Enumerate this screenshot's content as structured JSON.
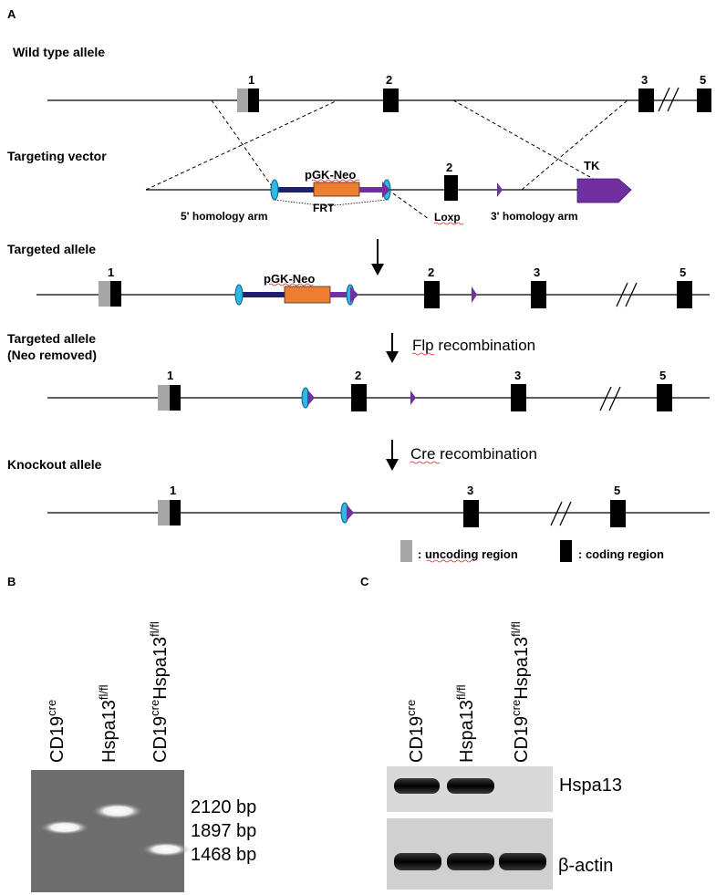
{
  "panels": {
    "a": "A",
    "b": "B",
    "c": "C"
  },
  "panel_a": {
    "rows": {
      "wild_type": "Wild type allele",
      "targeting_vector": "Targeting vector",
      "targeted": "Targeted allele",
      "targeted_neo_removed_line1": "Targeted allele",
      "targeted_neo_removed_line2": "(Neo removed)",
      "knockout": "Knockout allele"
    },
    "exons": {
      "e1": "1",
      "e2": "2",
      "e3": "3",
      "e5": "5"
    },
    "vector_labels": {
      "pgk_neo": "pGK-Neo",
      "frt": "FRT",
      "homology_5": "5' homology arm",
      "loxp": "Loxp",
      "homology_3": "3' homology arm",
      "tk": "TK"
    },
    "steps": {
      "flp": "Flp recombination",
      "cre": "Cre recombination"
    },
    "legend": {
      "uncoding": ": uncoding region",
      "coding": ": coding region"
    },
    "colors": {
      "uncoding": "#a6a6a6",
      "coding": "#000000",
      "neo": "#ed7d31",
      "arm": "#1f1f6b",
      "loxp": "#7030a0",
      "frt": "#2eb8e6"
    }
  },
  "panel_b": {
    "lanes": [
      {
        "base": "CD19",
        "sup": "cre"
      },
      {
        "base": "Hspa13",
        "sup": "fl/fl"
      },
      {
        "base": "CD19",
        "sup": "cre",
        "base2": "Hspa13",
        "sup2": "fl/fl"
      }
    ],
    "markers": [
      "2120 bp",
      "1897 bp",
      "1468 bp"
    ]
  },
  "panel_c": {
    "lanes": [
      {
        "base": "CD19",
        "sup": "cre"
      },
      {
        "base": "Hspa13",
        "sup": "fl/fl"
      },
      {
        "base": "CD19",
        "sup": "cre",
        "base2": "Hspa13",
        "sup2": "fl/fl"
      }
    ],
    "blots": [
      "Hspa13",
      "β-actin"
    ]
  }
}
